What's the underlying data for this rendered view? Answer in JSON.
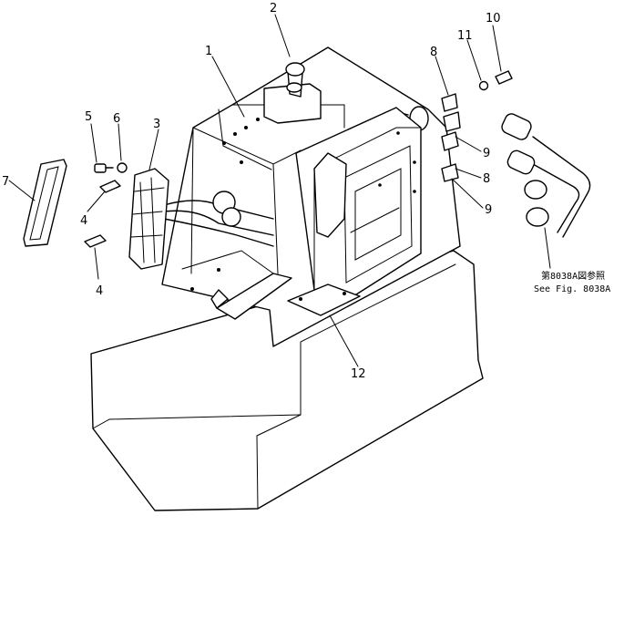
{
  "callouts": {
    "c1": "1",
    "c2": "2",
    "c3": "3",
    "c4a": "4",
    "c4b": "4",
    "c5": "5",
    "c6": "6",
    "c7": "7",
    "c8a": "8",
    "c8b": "8",
    "c9a": "9",
    "c9b": "9",
    "c10": "10",
    "c11": "11",
    "c12": "12"
  },
  "reference": {
    "jp": "第8038A図参照",
    "en": "See Fig. 8038A"
  }
}
